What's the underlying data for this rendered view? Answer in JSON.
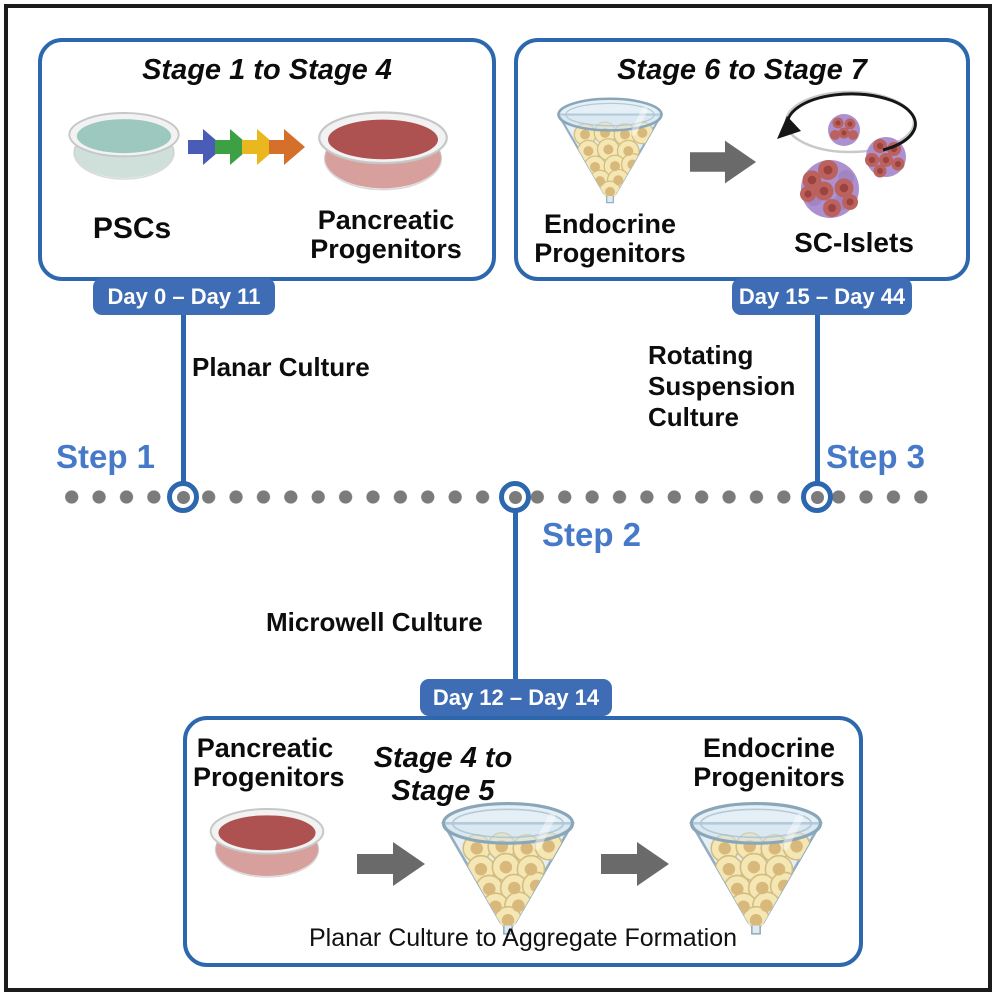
{
  "colors": {
    "frame": "#1b1b1b",
    "box_border": "#2d67ae",
    "badge_bg": "#3e6db5",
    "badge_text": "#ffffff",
    "step_text": "#4779c9",
    "timeline_dot": "#7b7b7b",
    "arrow_gray": "#6a6a6a",
    "arrow_blue": "#4a5cb5",
    "arrow_green": "#3da044",
    "arrow_yellow": "#eab81e",
    "arrow_orange": "#d4702a",
    "dish_teal": "#9dc8bf",
    "dish_teal_body": "#cfe0db",
    "dish_red": "#ad5250",
    "dish_red_body": "#d7a09d",
    "funnel_fill": "#e6eff6",
    "funnel_stroke": "#93aec0",
    "cell_fill": "#f5e7b4",
    "cell_core": "#d9b87c",
    "cell_edge": "#d2bc80",
    "islet_red": "#bb615e",
    "islet_red_core": "#9c4340",
    "islet_purple": "#ad90cf"
  },
  "panels": {
    "stage1to4": {
      "title": "Stage 1 to Stage 4",
      "left_label": "PSCs",
      "right_label": "Pancreatic Progenitors",
      "badge": "Day 0 – Day 11"
    },
    "stage6to7": {
      "title": "Stage 6 to Stage 7",
      "left_label": "Endocrine Progenitors",
      "right_label": "SC-Islets",
      "badge": "Day 15 – Day 44"
    },
    "stage4to5": {
      "title": "Stage 4 to Stage 5",
      "left_label": "Pancreatic Progenitors",
      "right_label": "Endocrine Progenitors",
      "badge": "Day 12 – Day 14",
      "caption": "Planar Culture to Aggregate Formation"
    }
  },
  "timeline": {
    "step1": {
      "label": "Step 1",
      "culture": "Planar Culture"
    },
    "step2": {
      "label": "Step 2",
      "culture": "Microwell Culture"
    },
    "step3": {
      "label": "Step 3",
      "culture": "Rotating Suspension Culture"
    }
  }
}
